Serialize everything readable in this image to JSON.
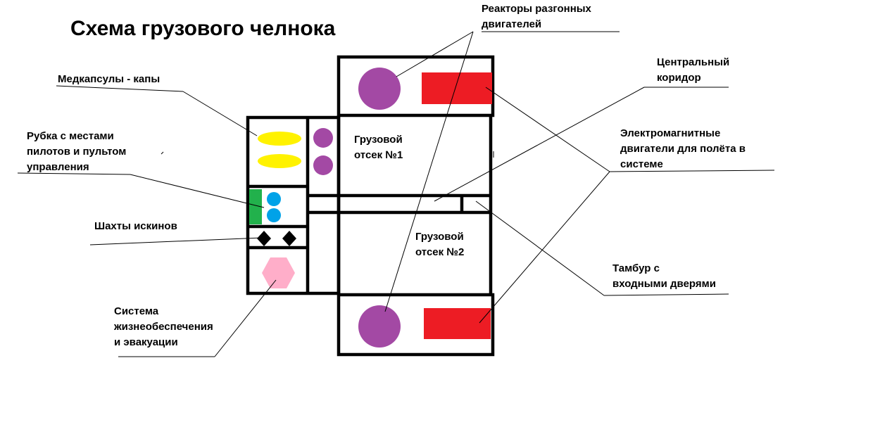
{
  "title": "Схема грузового челнока",
  "labels": {
    "reactors": [
      "Реакторы разгонных",
      "двигателей"
    ],
    "corridor": [
      "Центральный",
      "коридор"
    ],
    "em_engines": [
      "Электромагнитные",
      "двигатели для полёта в",
      "системе"
    ],
    "airlock": [
      "Тамбур с",
      "входными дверями"
    ],
    "medcaps": [
      "Медкапсулы -  капы"
    ],
    "cockpit": [
      "Рубка с местами",
      "пилотов и пультом",
      "управления"
    ],
    "ai_shafts": [
      "Шахты искинов"
    ],
    "life_support": [
      "Система",
      "жизнеобеспечения",
      "и эвакуации"
    ],
    "cargo1": [
      "Грузовой",
      "отсек №1"
    ],
    "cargo2": [
      "Грузовой",
      "отсек №2"
    ]
  },
  "colors": {
    "reactor": "#a349a4",
    "engine": "#ed1c24",
    "medcapsule": "#fff200",
    "ai_core": "#00a2e8",
    "console": "#22b14c",
    "ai_shaft": "#000000",
    "life_support": "#ffaec9",
    "wall": "#000000"
  }
}
